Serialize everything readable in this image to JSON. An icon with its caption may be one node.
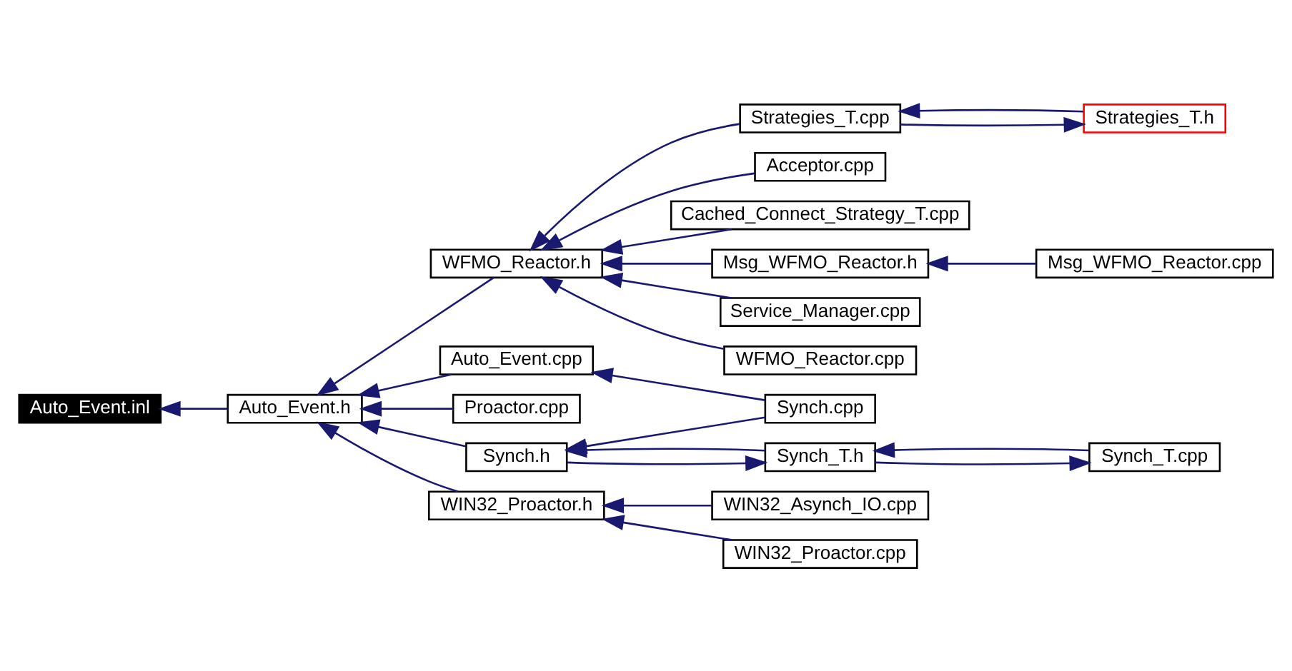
{
  "diagram": {
    "nodes": [
      {
        "text": [
          "Auto_Event.inl"
        ]
      },
      {
        "text": [
          "Auto_Event.h"
        ]
      },
      {
        "text": [
          "WFMO_Reactor.h"
        ]
      },
      {
        "text": [
          "Auto_Event.cpp"
        ]
      },
      {
        "text": [
          "Proactor.cpp"
        ]
      },
      {
        "text": [
          "Synch.h"
        ]
      },
      {
        "text": [
          "WIN32_Proactor.h"
        ]
      },
      {
        "text": [
          "Strategies_T.cpp"
        ]
      },
      {
        "text": [
          "Acceptor.cpp"
        ]
      },
      {
        "text": [
          "Cached_Connect_Strategy_T.cpp"
        ]
      },
      {
        "text": [
          "Msg_WFMO_Reactor.h"
        ]
      },
      {
        "text": [
          "Service_Manager.cpp"
        ]
      },
      {
        "text": [
          "WFMO_Reactor.cpp"
        ]
      },
      {
        "text": [
          "Synch.cpp"
        ]
      },
      {
        "text": [
          "Synch_T.h"
        ]
      },
      {
        "text": [
          "WIN32_Asynch_IO.cpp"
        ]
      },
      {
        "text": [
          "WIN32_Proactor.cpp"
        ]
      },
      {
        "text": [
          "Strategies_T.h"
        ]
      },
      {
        "text": [
          "Msg_WFMO_Reactor.cpp"
        ]
      },
      {
        "text": [
          "Synch_T.cpp"
        ]
      }
    ],
    "edges": [
      {
        "from": 1,
        "to": 0,
        "arrow": "to"
      },
      {
        "from": 2,
        "to": 1,
        "arrow": "to"
      },
      {
        "from": 3,
        "to": 1,
        "arrow": "to"
      },
      {
        "from": 4,
        "to": 1,
        "arrow": "to"
      },
      {
        "from": 5,
        "to": 1,
        "arrow": "to"
      },
      {
        "from": 6,
        "to": 1,
        "arrow": "to"
      },
      {
        "from": 7,
        "to": 2,
        "arrow": "to"
      },
      {
        "from": 8,
        "to": 2,
        "arrow": "to"
      },
      {
        "from": 9,
        "to": 2,
        "arrow": "to"
      },
      {
        "from": 10,
        "to": 2,
        "arrow": "to"
      },
      {
        "from": 11,
        "to": 2,
        "arrow": "to"
      },
      {
        "from": 12,
        "to": 2,
        "arrow": "to"
      },
      {
        "from": 13,
        "to": 3,
        "arrow": "to"
      },
      {
        "from": 13,
        "to": 5,
        "arrow": "to"
      },
      {
        "from": 5,
        "to": 14,
        "arrow": "to"
      },
      {
        "from": 14,
        "to": 5,
        "arrow": "to"
      },
      {
        "from": 15,
        "to": 6,
        "arrow": "to"
      },
      {
        "from": 16,
        "to": 6,
        "arrow": "to"
      },
      {
        "from": 7,
        "to": 17,
        "arrow": "to"
      },
      {
        "from": 17,
        "to": 7,
        "arrow": "to"
      },
      {
        "from": 18,
        "to": 10,
        "arrow": "to"
      },
      {
        "from": 14,
        "to": 19,
        "arrow": "to"
      },
      {
        "from": 19,
        "to": 14,
        "arrow": "to"
      }
    ]
  }
}
